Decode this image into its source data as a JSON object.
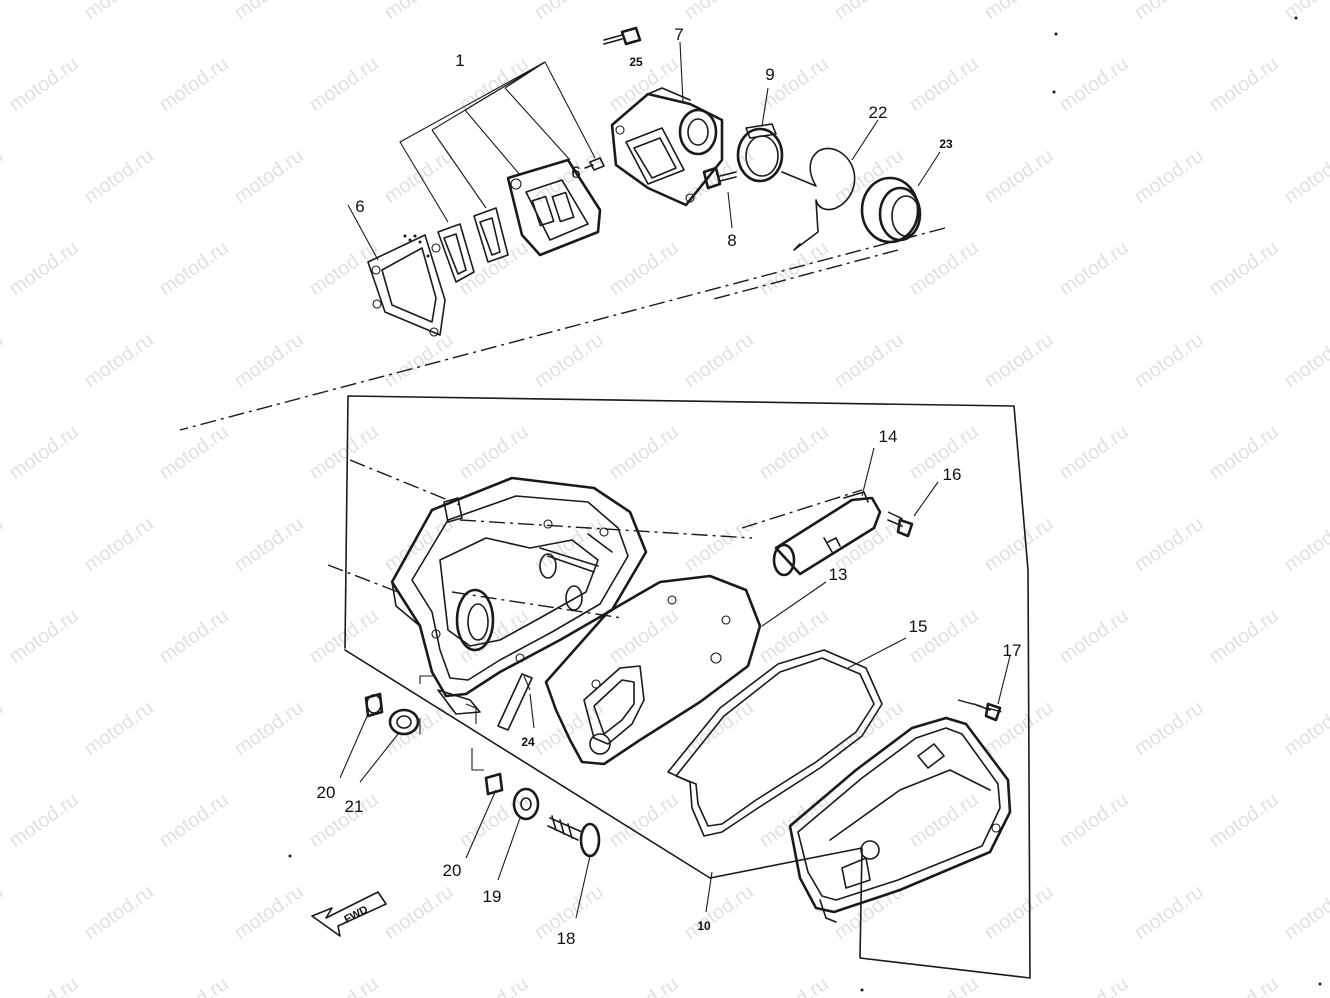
{
  "watermark": "motod.ru",
  "fwd_label": "FWD",
  "callouts": [
    {
      "id": "c1",
      "text": "1"
    },
    {
      "id": "c6a",
      "text": "6"
    },
    {
      "id": "c6b",
      "text": "6"
    },
    {
      "id": "c7",
      "text": "7"
    },
    {
      "id": "c8",
      "text": "8"
    },
    {
      "id": "c9",
      "text": "9"
    },
    {
      "id": "c10",
      "text": "10"
    },
    {
      "id": "c13",
      "text": "13"
    },
    {
      "id": "c14",
      "text": "14"
    },
    {
      "id": "c15",
      "text": "15"
    },
    {
      "id": "c16",
      "text": "16"
    },
    {
      "id": "c17",
      "text": "17"
    },
    {
      "id": "c18",
      "text": "18"
    },
    {
      "id": "c19",
      "text": "19"
    },
    {
      "id": "c20a",
      "text": "20"
    },
    {
      "id": "c20b",
      "text": "20"
    },
    {
      "id": "c21",
      "text": "21"
    },
    {
      "id": "c22",
      "text": "22"
    },
    {
      "id": "c23",
      "text": "23"
    },
    {
      "id": "c24",
      "text": "24"
    },
    {
      "id": "c25",
      "text": "25"
    }
  ]
}
